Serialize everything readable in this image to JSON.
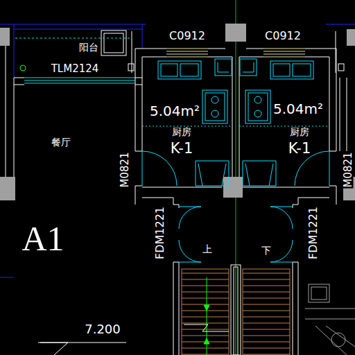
{
  "diagram": {
    "labels": [
      "阳台",
      "TLM2124",
      "C0912",
      "C0912",
      "5.04m²",
      "厨房",
      "K-1",
      "5.04m²",
      "厨房",
      "K-1",
      "餐厅",
      "M0821",
      "M0821",
      "FDM1221",
      "FDM1221",
      "A1",
      "上",
      "下",
      "7.200"
    ]
  }
}
